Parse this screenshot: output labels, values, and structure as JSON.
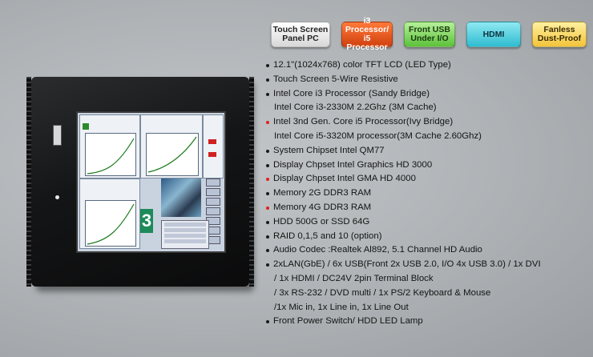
{
  "badges": [
    {
      "label": "Touch Screen\nPanel PC",
      "color": "#e6e6e6"
    },
    {
      "label": "i3 Processor/\ni5 Processor",
      "color": "#e8561c"
    },
    {
      "label": "Front USB\nUnder I/O",
      "color": "#7fd25a"
    },
    {
      "label": "HDMI",
      "color": "#48c8d8"
    },
    {
      "label": "Fanless\nDust-Proof",
      "color": "#f6d35a"
    }
  ],
  "specs": [
    {
      "text": "12.1\"(1024x768) color TFT LCD (LED Type)",
      "bullet": "black"
    },
    {
      "text": "Touch Screen 5-Wire Resistive",
      "bullet": "black"
    },
    {
      "text": "Intel Core i3 Processor (Sandy Bridge)",
      "bullet": "black"
    },
    {
      "text": "Intel Core i3-2330M 2.2Ghz (3M Cache)",
      "bullet": "none"
    },
    {
      "text": "Intel 3nd Gen. Core i5 Processor(Ivy Bridge)",
      "bullet": "red"
    },
    {
      "text": "Intel Core i5-3320M processor(3M Cache 2.60Ghz)",
      "bullet": "none"
    },
    {
      "text": "System Chipset Intel QM77",
      "bullet": "black"
    },
    {
      "text": "Display Chpset Intel Graphics HD 3000",
      "bullet": "black"
    },
    {
      "text": "Display Chpset Intel GMA HD 4000",
      "bullet": "red"
    },
    {
      "text": "Memory 2G DDR3 RAM",
      "bullet": "black"
    },
    {
      "text": "Memory 4G DDR3 RAM",
      "bullet": "red"
    },
    {
      "text": "HDD 500G or SSD 64G",
      "bullet": "black"
    },
    {
      "text": "RAID 0,1,5 and 10 (option)",
      "bullet": "black"
    },
    {
      "text": " Audio Codec :Realtek Al892, 5.1 Channel HD Audio",
      "bullet": "black"
    },
    {
      "text": "2xLAN(GbE) / 6x USB(Front 2x USB 2.0, I/O 4x USB 3.0) / 1x DVI",
      "bullet": "black"
    },
    {
      "text": " / 1x HDMI / DC24V 2pin Terminal Block",
      "bullet": "none"
    },
    {
      "text": " / 3x RS-232 / DVD multi / 1x PS/2 Keyboard & Mouse",
      "bullet": "none"
    },
    {
      "text": " /1x Mic in, 1x Line in, 1x Line Out",
      "bullet": "none"
    },
    {
      "text": "Front Power Switch/ HDD LED Lamp",
      "bullet": "black"
    }
  ],
  "screen": {
    "big_number": "3"
  }
}
